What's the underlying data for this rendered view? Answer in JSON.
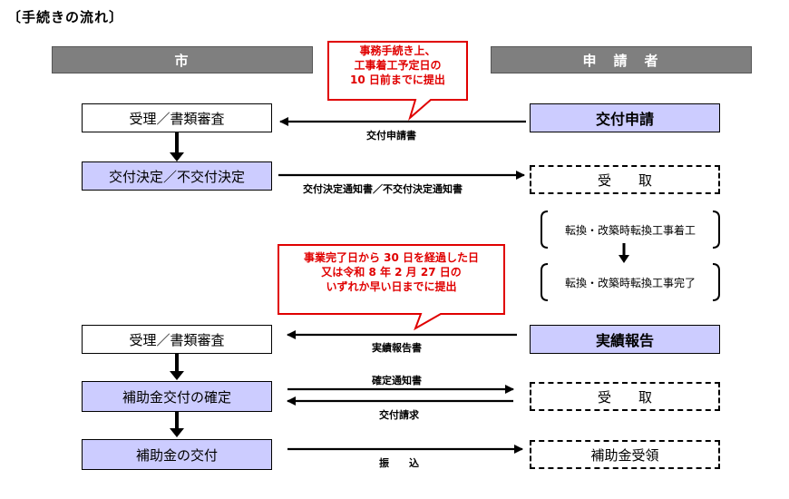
{
  "title": "〔手続きの流れ〕",
  "headers": {
    "city": "市",
    "applicant": "申　請　者"
  },
  "callout1": {
    "lines": [
      "事務手続き上、",
      "工事着工予定日の",
      "10 日前までに提出"
    ]
  },
  "callout2": {
    "lines": [
      "事業完了日から 30 日を経過した日",
      "又は令和 8 年 2 月 27 日の",
      "いずれか早い日までに提出"
    ]
  },
  "city_steps": {
    "s1": "受理／書類審査",
    "s2": "交付決定／不交付決定",
    "s3": "受理／書類審査",
    "s4": "補助金交付の確定",
    "s5": "補助金の交付"
  },
  "applicant_steps": {
    "a1": "交付申請",
    "a2": "受　　取",
    "a3": "転換・改築時転換工事着工",
    "a4": "転換・改築時転換工事完了",
    "a5": "実績報告",
    "a6": "受　　取",
    "a7": "補助金受領"
  },
  "arrow_labels": {
    "l1": "交付申請書",
    "l2": "交付決定通知書／不交付決定通知書",
    "l3": "実績報告書",
    "l4": "確定通知書",
    "l5": "交付請求",
    "l6": "振　　込"
  }
}
